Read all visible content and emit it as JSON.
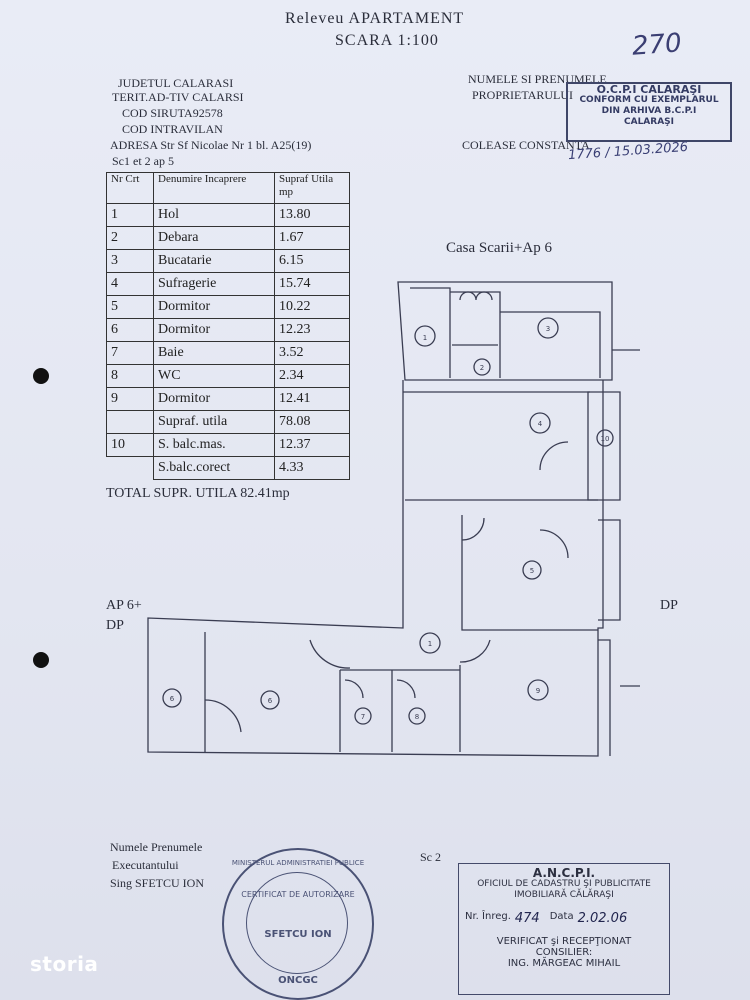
{
  "title": "Releveu APARTAMENT",
  "scale": "SCARA 1:100",
  "handwritten_number": "270",
  "left_header": [
    "JUDETUL CALARASI",
    "TERIT.AD-TIV CALARSI",
    "COD SIRUTA92578",
    "COD INTRAVILAN",
    "ADRESA Str Sf Nicolae  Nr 1 bl. A25(19)",
    "Sc1 et 2 ap 5"
  ],
  "right_header": [
    "NUMELE SI PRENUMELE",
    "PROPRIETARULUI",
    "COLEASE  CONSTANTA"
  ],
  "table": {
    "header": {
      "nr": "Nr Crt",
      "name": "Denumire Incaprere",
      "area": "Supraf Utila mp"
    },
    "rows": [
      {
        "nr": "1",
        "name": "Hol",
        "area": "13.80"
      },
      {
        "nr": "2",
        "name": "Debara",
        "area": "1.67"
      },
      {
        "nr": "3",
        "name": "Bucatarie",
        "area": "6.15"
      },
      {
        "nr": "4",
        "name": "Sufragerie",
        "area": "15.74"
      },
      {
        "nr": "5",
        "name": "Dormitor",
        "area": "10.22"
      },
      {
        "nr": "6",
        "name": "Dormitor",
        "area": "12.23"
      },
      {
        "nr": "7",
        "name": "Baie",
        "area": "3.52"
      },
      {
        "nr": "8",
        "name": "WC",
        "area": "2.34"
      },
      {
        "nr": "9",
        "name": "Dormitor",
        "area": "12.41"
      }
    ],
    "util_label": "Supraf. utila",
    "util_value": "78.08",
    "balc_nr": "10",
    "balc_label": "S. balc.mas.",
    "balc_value": "12.37",
    "balc_corect_label": "S.balc.corect",
    "balc_corect_value": "4.33",
    "total": "TOTAL SUPR. UTILA 82.41mp"
  },
  "plan_labels": {
    "stair": "Casa Scarii+Ap 6",
    "ap6_left": "AP 6+",
    "dp_left": "DP",
    "dp_right": "DP",
    "sc2": "Sc 2"
  },
  "executant": [
    "Numele Prenumele",
    "Executantului",
    "Sing SFETCU ION"
  ],
  "ocpi_stamp": [
    "O.C.P.I CALARAŞI",
    "CONFORM CU EXEMPLARUL",
    "DIN ARHIVA B.C.P.I",
    "CALARAŞI"
  ],
  "ocpi_hand": "1776 / 15.03.2026",
  "ancpi": {
    "title": "A.N.C.P.I.",
    "line1": "OFICIUL DE CADASTRU ŞI PUBLICITATE",
    "line2": "IMOBILIARĂ CĂLĂRAŞI",
    "inreg_label": "Nr. Înreg.",
    "inreg_value": "474",
    "data_label": "Data",
    "data_value": "2.02.06",
    "verif": "VERIFICAT şi RECEPŢIONAT",
    "consilier": "CONSILIER:",
    "name": "ING. MĂRGEAC MIHAIL"
  },
  "round_stamp": [
    "MINISTERUL ADMINISTRATIEI PUBLICE",
    "CERTIFICAT DE AUTORIZARE",
    "SFETCU ION",
    "ONCGC"
  ],
  "brand": "storia"
}
